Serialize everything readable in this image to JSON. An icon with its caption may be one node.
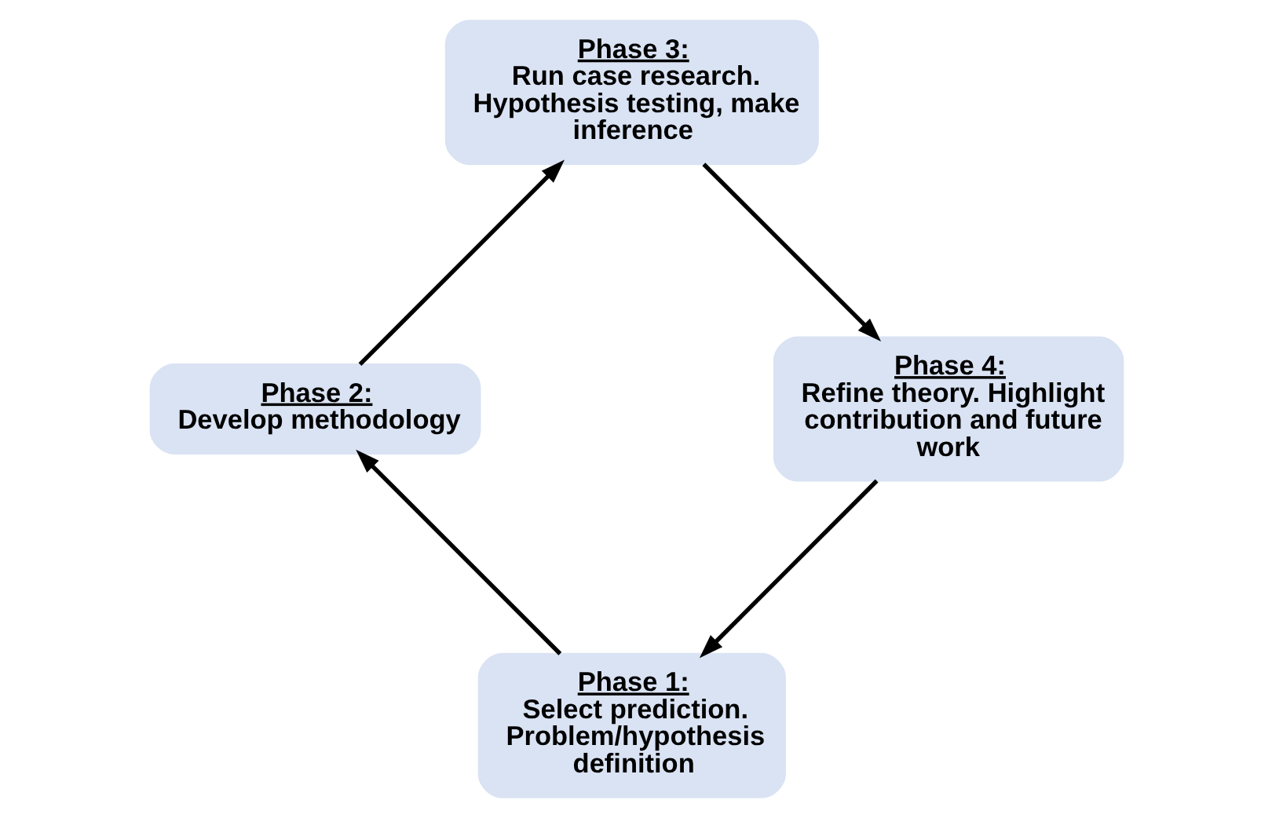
{
  "diagram": {
    "nodes": [
      {
        "text": [
          "Phase 1:",
          "Select prediction. Problem/hypothesis definition"
        ]
      },
      {
        "text": [
          "Phase 2:",
          "Develop methodology"
        ]
      },
      {
        "text": [
          "Phase 3:",
          "Run case research. Hypothesis testing, make inference"
        ]
      },
      {
        "text": [
          "Phase 4:",
          "Refine theory. Highlight contribution and future work"
        ]
      }
    ],
    "edges": [
      {
        "from": 0,
        "to": 1,
        "arrow": "to"
      },
      {
        "from": 1,
        "to": 2,
        "arrow": "to"
      },
      {
        "from": 2,
        "to": 3,
        "arrow": "to"
      },
      {
        "from": 3,
        "to": 0,
        "arrow": "to"
      }
    ]
  }
}
